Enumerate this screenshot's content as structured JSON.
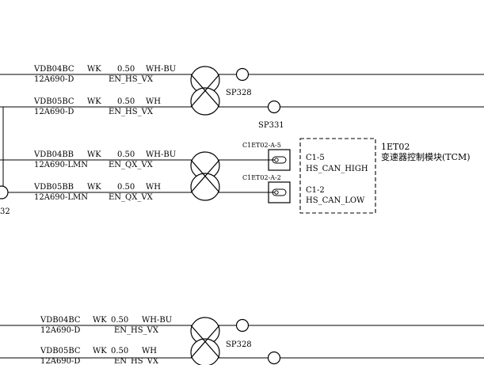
{
  "top_section": {
    "wire1": {
      "name": "VDB04BC",
      "color_code": "WK",
      "gauge": "0.50",
      "color": "WH-BU",
      "harness": "12A690-D",
      "net": "EN_HS_VX"
    },
    "wire2": {
      "name": "VDB05BC",
      "color_code": "WK",
      "gauge": "0.50",
      "color": "WH",
      "harness": "12A690-D",
      "net": "EN_HS_VX"
    },
    "splice1": "SP328",
    "splice2": "SP331"
  },
  "middle_section": {
    "wire1": {
      "name": "VDB04BB",
      "color_code": "WK",
      "gauge": "0.50",
      "color": "WH-BU",
      "harness": "12A690-LMN",
      "net": "EN_QX_VX"
    },
    "wire2": {
      "name": "VDB05BB",
      "color_code": "WK",
      "gauge": "0.50",
      "color": "WH",
      "harness": "12A690-LMN",
      "net": "EN_QX_VX"
    },
    "connector1_label": "C1ET02-A-5",
    "connector2_label": "C1ET02-A-2",
    "left_edge_ref": "32"
  },
  "module": {
    "id": "1ET02",
    "name": "变速器控制模块(TCM)",
    "pins": [
      {
        "pin": "C1-5",
        "signal": "HS_CAN_HIGH"
      },
      {
        "pin": "C1-2",
        "signal": "HS_CAN_LOW"
      }
    ]
  },
  "bottom_section": {
    "wire1": {
      "name": "VDB04BC",
      "color_code": "WK",
      "gauge": "0.50",
      "color": "WH-BU",
      "harness": "12A690-D",
      "net": "EN_HS_VX"
    },
    "wire2": {
      "name": "VDB05BC",
      "color_code": "WK",
      "gauge": "0.50",
      "color": "WH",
      "harness": "12A690-D",
      "net": "EN_HS_VX"
    },
    "splice1": "SP328"
  }
}
